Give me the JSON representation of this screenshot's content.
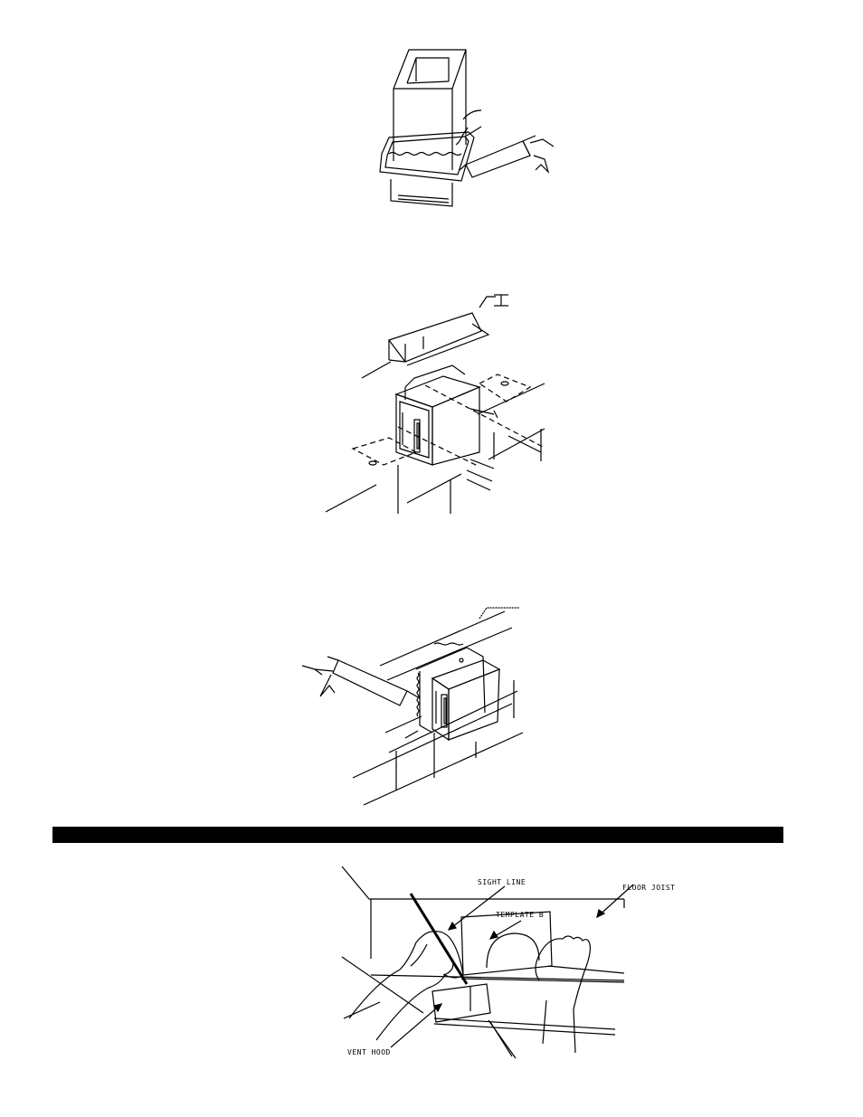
{
  "figures": {
    "figure4": {
      "label_sight_line": "SIGHT LINE",
      "label_floor_joist": "FLOOR JOIST",
      "label_template_b": "TEMPLATE B",
      "label_vent_hood": "VENT HOOD"
    }
  },
  "colors": {
    "ink": "#000000",
    "paper": "#ffffff"
  }
}
